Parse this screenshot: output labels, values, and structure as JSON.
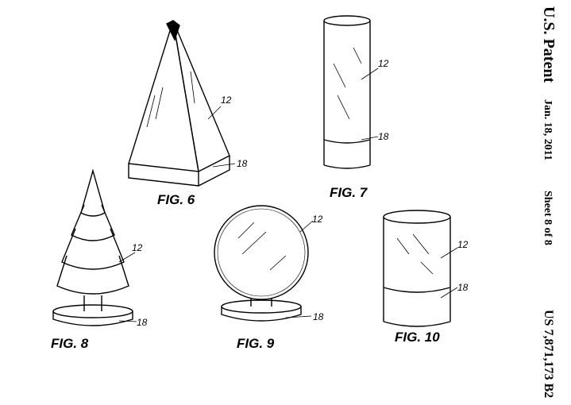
{
  "header": {
    "publisher": "U.S. Patent",
    "date": "Jan. 18, 2011",
    "sheet": "Sheet 8 of 8",
    "patent_number": "US 7,871,173 B2"
  },
  "figures": [
    {
      "caption": "FIG. 6",
      "refs": [
        "12",
        "18"
      ]
    },
    {
      "caption": "FIG. 7",
      "refs": [
        "12",
        "18"
      ]
    },
    {
      "caption": "FIG. 8",
      "refs": [
        "12",
        "18"
      ]
    },
    {
      "caption": "FIG. 9",
      "refs": [
        "12",
        "18"
      ]
    },
    {
      "caption": "FIG. 10",
      "refs": [
        "12",
        "18"
      ]
    }
  ]
}
